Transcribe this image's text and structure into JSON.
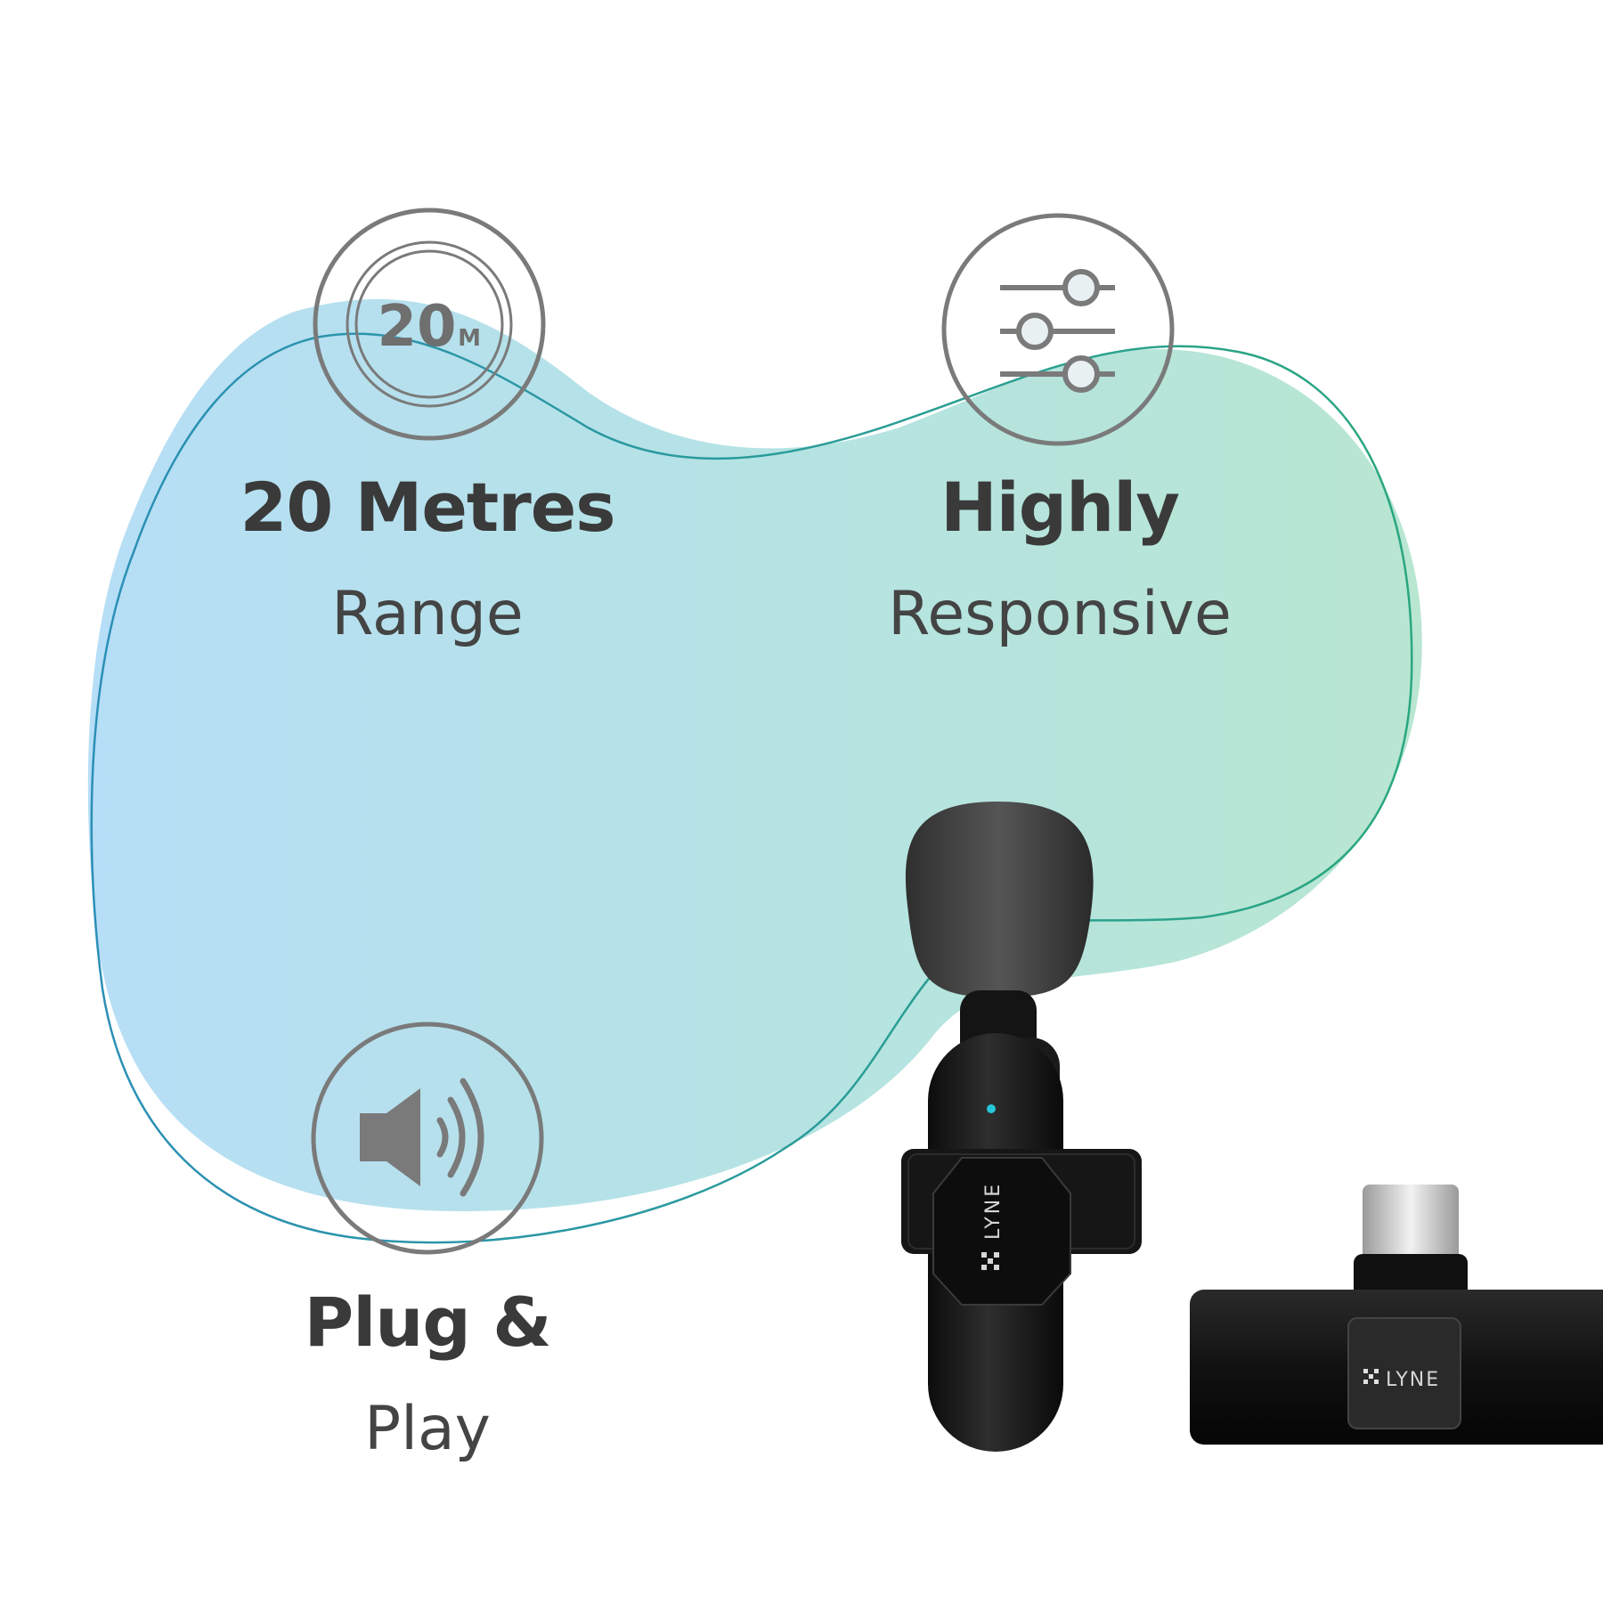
{
  "features": {
    "range": {
      "badge_number": "20",
      "badge_unit": "M",
      "title": "20 Metres",
      "subtitle": "Range",
      "icon": "range-rings-icon"
    },
    "responsive": {
      "title": "Highly",
      "subtitle": "Responsive",
      "icon": "sliders-icon"
    },
    "plug": {
      "title": "Plug &",
      "subtitle": "Play",
      "icon": "speaker-icon"
    }
  },
  "product": {
    "mic_brand": "LYNE",
    "receiver_brand": "LYNE",
    "indicator_color": "#26c6da"
  },
  "colors": {
    "blob_left": "#b3dff5",
    "blob_right": "#b7e6d3",
    "blob_outline": "#2aa3a8",
    "icon_stroke": "#7a7a7a",
    "title_text": "#3a3a3a"
  }
}
